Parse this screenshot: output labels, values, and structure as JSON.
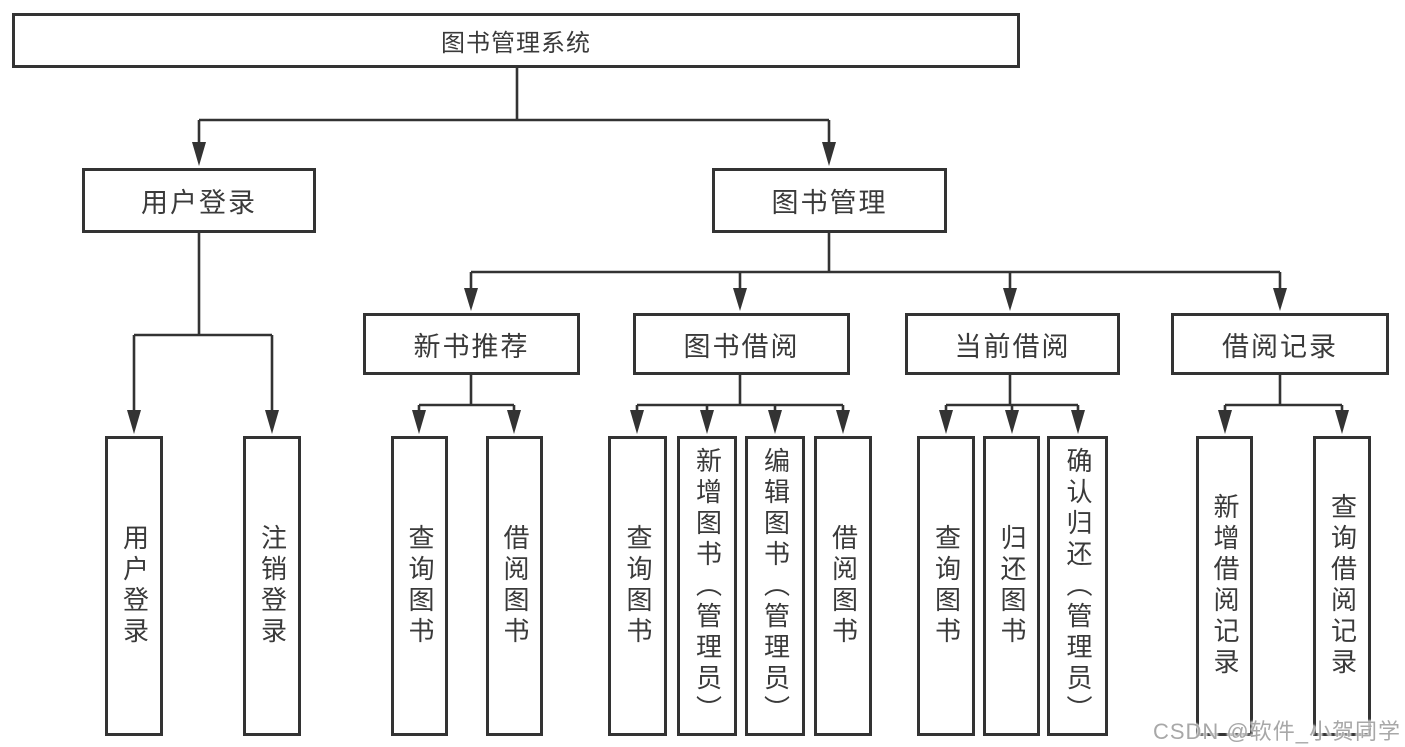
{
  "colors": {
    "line": "#333333",
    "text": "#3a3a3a",
    "watermark": "#a8a8a8",
    "background": "#ffffff"
  },
  "watermark": {
    "text": "CSDN @软件_小贺同学"
  },
  "nodes": {
    "root": {
      "label": "图书管理系统"
    },
    "user_login": {
      "label": "用户登录"
    },
    "book_mgmt": {
      "label": "图书管理"
    },
    "new_book_rec": {
      "label": "新书推荐"
    },
    "book_borrow": {
      "label": "图书借阅"
    },
    "current_borrow": {
      "label": "当前借阅"
    },
    "borrow_records": {
      "label": "借阅记录"
    },
    "leaf_user_login": {
      "label": "用户登录"
    },
    "leaf_logout": {
      "label": "注销登录"
    },
    "rec_query_books": {
      "label": "查询图书"
    },
    "rec_borrow_books": {
      "label": "借阅图书"
    },
    "bb_query_books": {
      "label": "查询图书"
    },
    "bb_add_books": {
      "label": "新增图书（管理员）"
    },
    "bb_edit_books": {
      "label": "编辑图书（管理员）"
    },
    "bb_borrow_books": {
      "label": "借阅图书"
    },
    "cb_query_books": {
      "label": "查询图书"
    },
    "cb_return_books": {
      "label": "归还图书"
    },
    "cb_confirm_return": {
      "label": "确认归还（管理员）"
    },
    "br_add_record": {
      "label": "新增借阅记录"
    },
    "br_query_record": {
      "label": "查询借阅记录"
    }
  }
}
